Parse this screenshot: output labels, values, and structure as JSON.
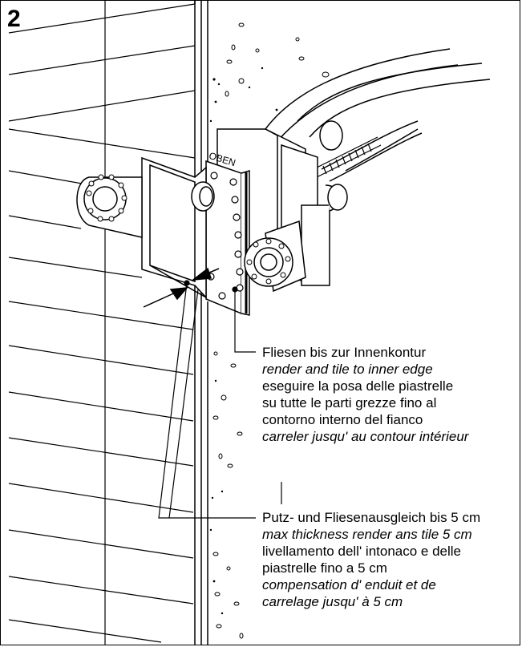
{
  "figure": {
    "step_number": "2",
    "unit_label": "OBEN"
  },
  "callouts": [
    {
      "lines": [
        {
          "text": "Fliesen bis zur Innenkontur",
          "italic": false
        },
        {
          "text": "render and tile to inner edge",
          "italic": true
        },
        {
          "text": "eseguire la posa delle piastrelle",
          "italic": false
        },
        {
          "text": "su tutte le parti grezze fino al",
          "italic": false
        },
        {
          "text": "contorno interno del fianco",
          "italic": false
        },
        {
          "text": "carreler jusqu' au contour intérieur",
          "italic": true
        }
      ]
    },
    {
      "lines": [
        {
          "text": "Putz- und Fliesenausgleich bis 5 cm",
          "italic": false
        },
        {
          "text": "max thickness render ans tile 5 cm",
          "italic": true
        },
        {
          "text": "livellamento dell' intonaco e delle",
          "italic": false
        },
        {
          "text": "piastrelle fino a 5 cm",
          "italic": false
        },
        {
          "text": "compensation d' enduit et de",
          "italic": true
        },
        {
          "text": "carrelage jusqu' à 5 cm",
          "italic": true
        }
      ]
    }
  ]
}
